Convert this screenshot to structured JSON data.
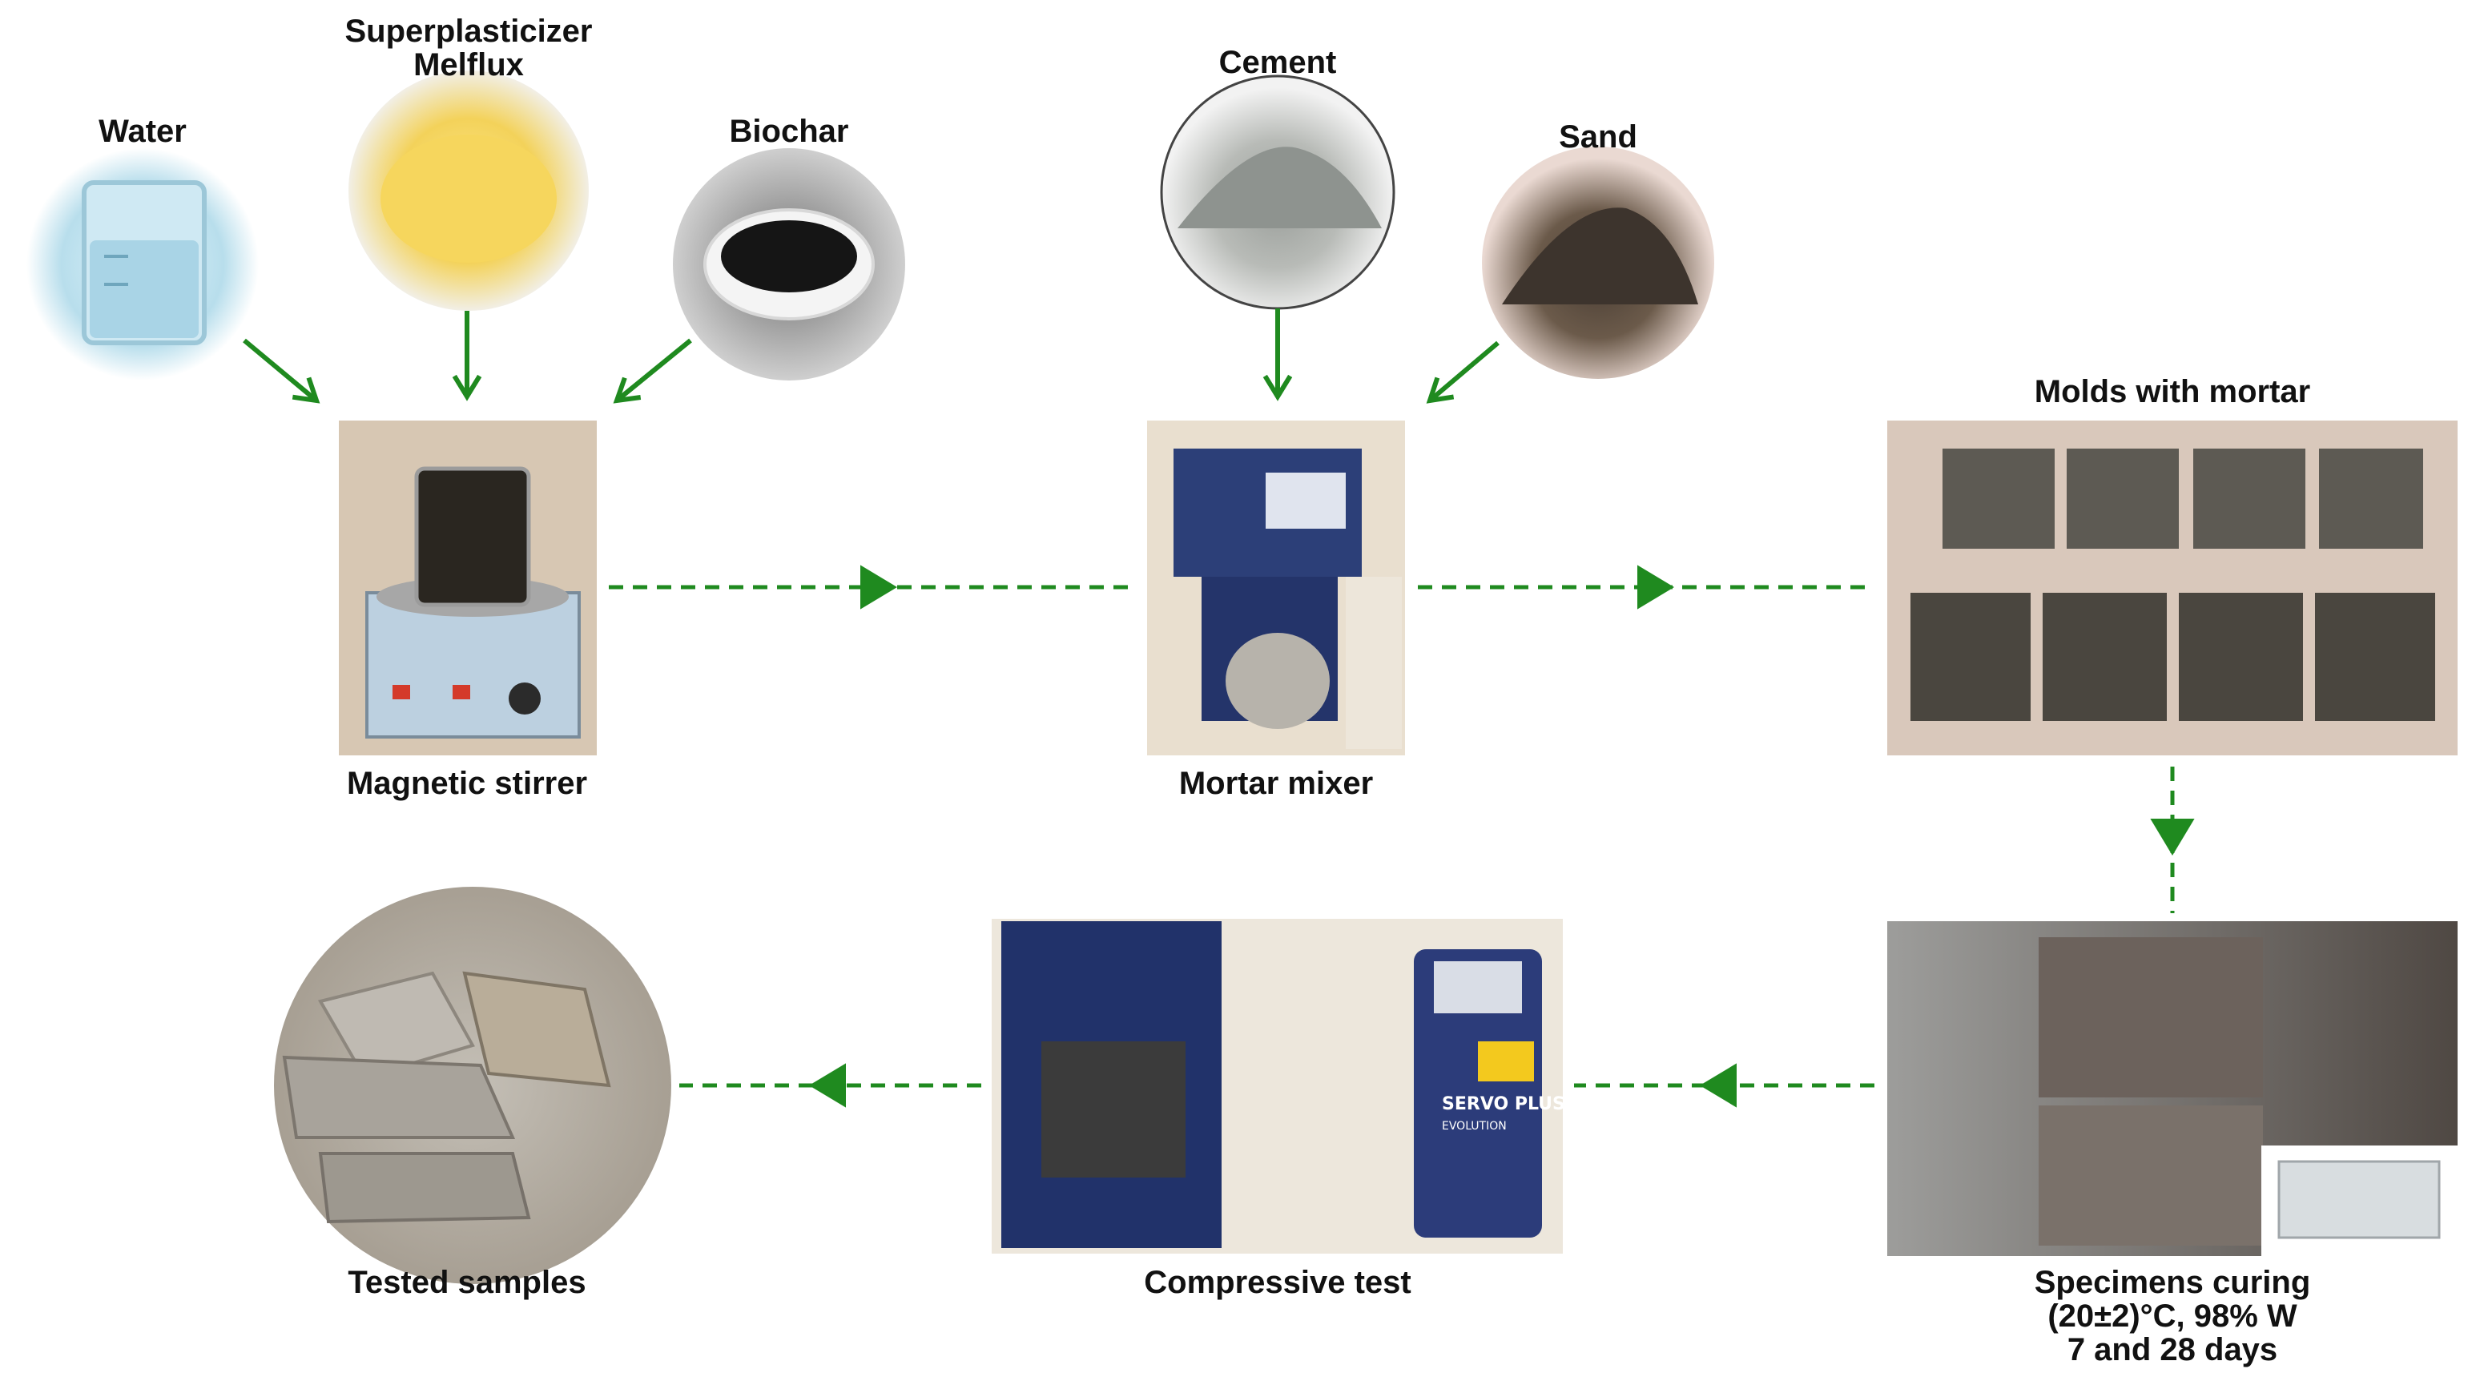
{
  "colors": {
    "arrow": "#1f8a1f",
    "text": "#111111"
  },
  "ingredients": {
    "water": "Water",
    "superplasticizer_line1": "Superplasticizer",
    "superplasticizer_line2": "Melflux",
    "biochar": "Biochar",
    "cement": "Cement",
    "sand": "Sand"
  },
  "steps": {
    "magnetic_stirrer": "Magnetic stirrer",
    "mortar_mixer": "Mortar mixer",
    "molds": "Molds with mortar",
    "curing_line1": "Specimens curing",
    "curing_line2": "(20±2)°C, 98% W",
    "curing_line3": "7 and 28 days",
    "compressive_test": "Compressive test",
    "tested_samples": "Tested samples"
  },
  "device_text": {
    "servo_plus": "SERVO PLUS",
    "evolution": "EVOLUTION"
  }
}
